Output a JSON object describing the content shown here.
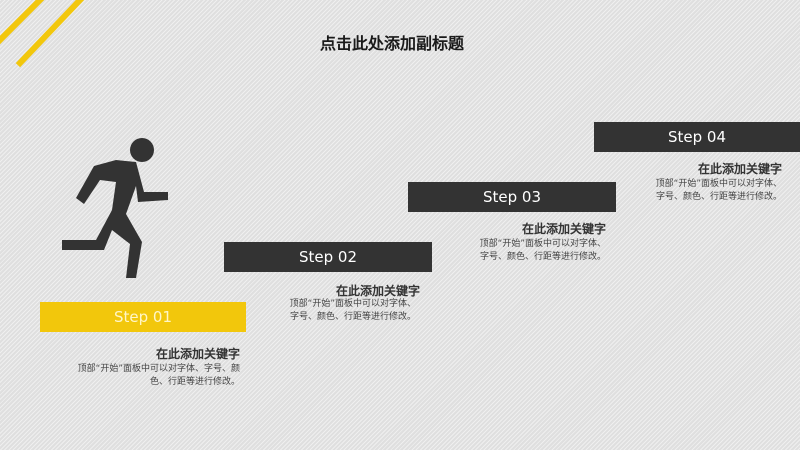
{
  "header": {
    "subtitle": "点击此处添加副标题"
  },
  "colors": {
    "accent": "#f2c70c",
    "dark": "#333333",
    "background": "#e7e7e7"
  },
  "icons": {
    "figure": "running-man-icon"
  },
  "steps": [
    {
      "label": "Step 01",
      "keyword": "在此添加关键字",
      "desc_line1": "顶部“开始”面板中可以对字体、字号、颜",
      "desc_line2": "色、行距等进行修改。"
    },
    {
      "label": "Step 02",
      "keyword": "在此添加关键字",
      "desc_line1": "顶部“开始”面板中可以对字体、",
      "desc_line2": "字号、颜色、行距等进行修改。"
    },
    {
      "label": "Step 03",
      "keyword": "在此添加关键字",
      "desc_line1": "顶部“开始”面板中可以对字体、",
      "desc_line2": "字号、颜色、行距等进行修改。"
    },
    {
      "label": "Step 04",
      "keyword": "在此添加关键字",
      "desc_line1": "顶部“开始”面板中可以对字体、",
      "desc_line2": "字号、颜色、行距等进行修改。"
    }
  ]
}
